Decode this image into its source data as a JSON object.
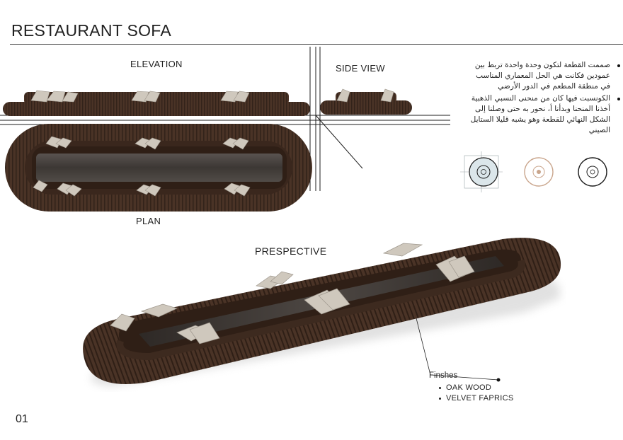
{
  "title": "RESTAURANT SOFA",
  "views": {
    "elevation": "ELEVATION",
    "side_view": "SIDE VIEW",
    "plan": "PLAN",
    "perspective": "PRESPECTIVE"
  },
  "description": [
    "صممت القطعة لتكون وحدة واحدة تربط بين عمودين فكانت هي الحل المعماري المناسب في منطقة المطعم في الدور الأرضي",
    "الكونسبت فيها كان من منحنى النسبي الذهبية أخذنا المنحنا وبدأنا أ، نحور به حتى وصلنا إلى الشكل النهائي للقطعة وهو يشبه قليلا الستايل الصيني"
  ],
  "finishes": {
    "title": "Finshes",
    "items": [
      "OAK WOOD",
      "VELVET FAPRICS"
    ]
  },
  "page_number": "01",
  "colors": {
    "velvet": "#4a3326",
    "velvet_dark": "#2f1f16",
    "wood": "#3f3a36",
    "cushion": "#cfc8bd",
    "accent_ring": "#c9a58c",
    "diagram_fill": "#dbe6ea"
  },
  "icons": [
    "concept-diagram-golden-ratio",
    "concept-diagram-ring",
    "concept-diagram-circle"
  ]
}
